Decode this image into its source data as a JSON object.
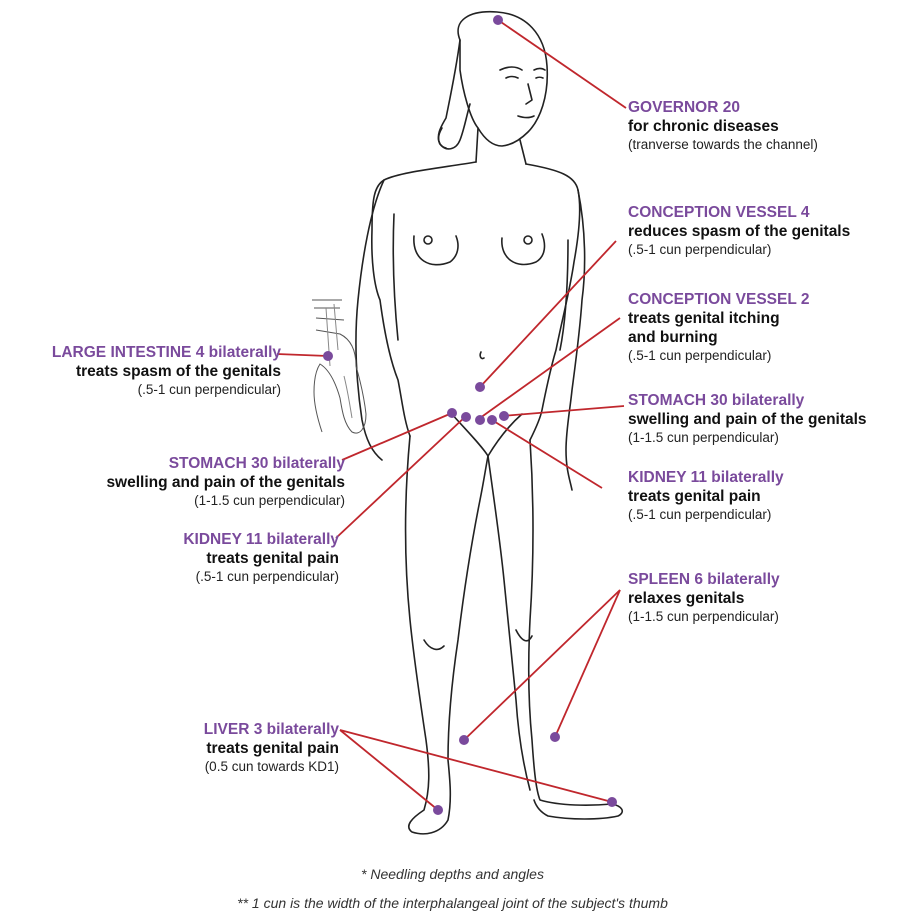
{
  "points": [
    {
      "name": "GOVERNOR 20",
      "use": "for chronic diseases",
      "depth": "(tranverse towards the channel)"
    },
    {
      "name": "CONCEPTION VESSEL 4",
      "use": "reduces spasm of the genitals",
      "depth": "(.5-1 cun perpendicular)"
    },
    {
      "name": "CONCEPTION VESSEL 2",
      "use": "treats genital itching",
      "use2": "and burning",
      "depth": "(.5-1 cun perpendicular)"
    },
    {
      "name": "LARGE INTESTINE 4 bilaterally",
      "use": "treats spasm of the genitals",
      "depth": "(.5-1 cun perpendicular)"
    },
    {
      "name": "STOMACH 30 bilaterally",
      "use": "swelling and pain of the genitals",
      "depth": "(1-1.5 cun perpendicular)"
    },
    {
      "name": "STOMACH 30 bilaterally",
      "use": "swelling and pain of the genitals",
      "depth": "(1-1.5 cun perpendicular)"
    },
    {
      "name": "KIDNEY 11 bilaterally",
      "use": "treats genital pain",
      "depth": "(.5-1 cun perpendicular)"
    },
    {
      "name": "KIDNEY 11 bilaterally",
      "use": "treats genital pain",
      "depth": "(.5-1 cun perpendicular)"
    },
    {
      "name": "SPLEEN 6 bilaterally",
      "use": "relaxes genitals",
      "depth": "(1-1.5 cun perpendicular)"
    },
    {
      "name": "LIVER 3 bilaterally",
      "use": "treats genital pain",
      "depth": "(0.5 cun towards KD1)"
    }
  ],
  "footnotes": {
    "depths": "* Needling depths and angles",
    "cun": "** 1 cun is the width of the interphalangeal joint of the subject's thumb"
  },
  "colors": {
    "point": "#7a4a9c",
    "leader_line": "#c0272d",
    "name_text": "#7a4a9c"
  }
}
